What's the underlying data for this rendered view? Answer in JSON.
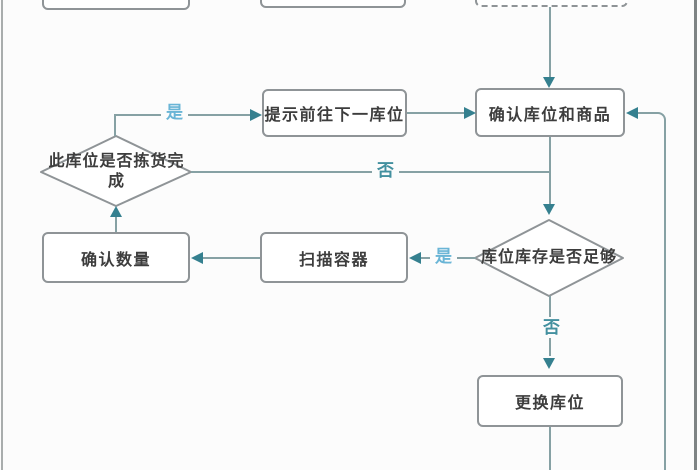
{
  "flowchart": {
    "nodes": {
      "top_partial_left": {
        "label": "",
        "shape": "rect-partial"
      },
      "top_partial_middle": {
        "label": "",
        "shape": "rect-partial"
      },
      "top_partial_dashed": {
        "label": "",
        "shape": "rect-dashed-partial"
      },
      "confirm_location_product": {
        "label": "确认库位和商品",
        "shape": "rect"
      },
      "prompt_next_location": {
        "label": "提示前往下一库位",
        "shape": "rect"
      },
      "picking_complete_decision": {
        "label": "此库位是否拣货完成",
        "shape": "diamond"
      },
      "confirm_quantity": {
        "label": "确认数量",
        "shape": "rect"
      },
      "scan_container": {
        "label": "扫描容器",
        "shape": "rect"
      },
      "inventory_sufficient_decision": {
        "label": "库位库存是否足够",
        "shape": "diamond"
      },
      "change_location": {
        "label": "更换库位",
        "shape": "rect"
      }
    },
    "edge_labels": {
      "picking_complete_yes": "是",
      "picking_complete_no": "否",
      "inventory_sufficient_yes": "是",
      "inventory_sufficient_no": "否"
    },
    "colors": {
      "connector_line": "#86a1a4",
      "arrow_head": "#35808f",
      "node_border": "#8f9497",
      "node_text": "#3d3d3d",
      "yes_label": "#6ab5d6",
      "no_label": "#43909f",
      "background": "#fcfcfc"
    }
  }
}
